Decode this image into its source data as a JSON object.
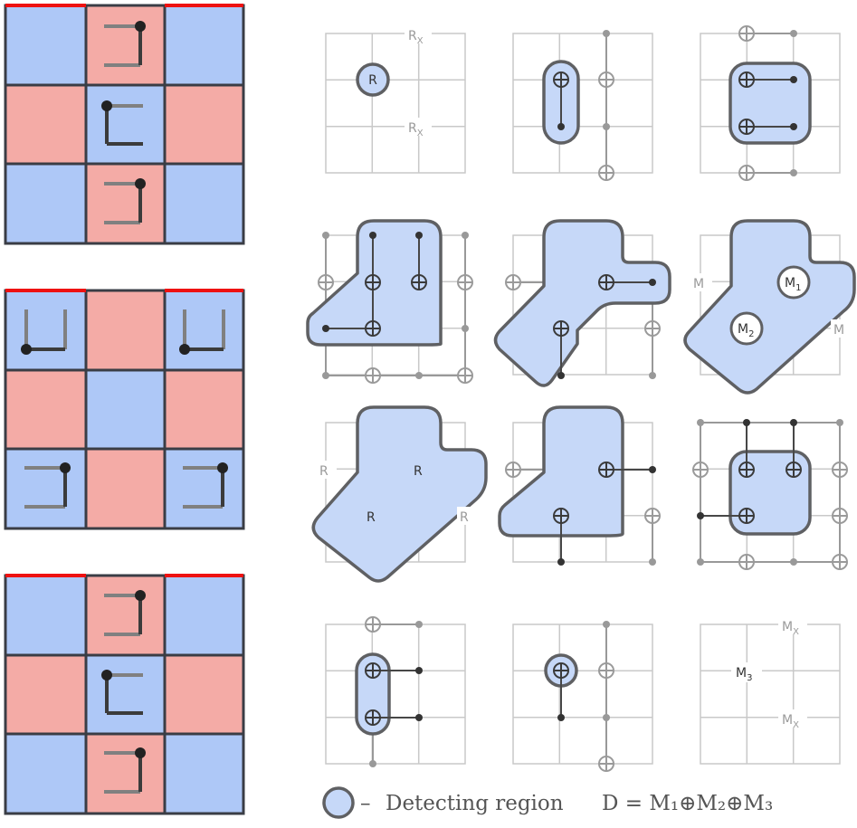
{
  "colors": {
    "pink": "#f4aba6",
    "blue": "#aec8f7",
    "grid_border": "#3a3d45",
    "red_edge": "#ee1111",
    "region_fill": "#c6d8f8",
    "region_stroke": "#5f6063",
    "light_line": "#c9c9c9",
    "grey_wire": "#999999",
    "dark_wire": "#474747"
  },
  "labels": {
    "r_x": "R",
    "r_x_sub": "X",
    "r": "R",
    "m": "M",
    "m1": "M",
    "m1_sub": "1",
    "m2": "M",
    "m2_sub": "2",
    "m3": "M",
    "m3_sub": "3",
    "m_x": "M",
    "m_x_sub": "X"
  },
  "legend": {
    "dash": "–",
    "detecting_region": "Detecting region",
    "formula": "D = M₁⊕M₂⊕M₃"
  }
}
